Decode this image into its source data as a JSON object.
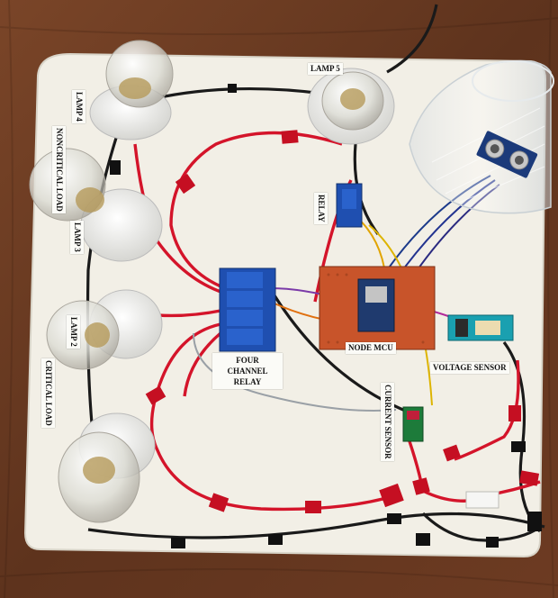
{
  "labels": {
    "lamp5": "LAMP 5",
    "lamp4": "LAMP 4",
    "non_critical_load": "NONCRITICAL LOAD",
    "lamp3": "LAMP 3",
    "lamp2": "LAMP 2",
    "critical_load": "CRITICAL LOAD",
    "relay": "RELAY",
    "four_channel_relay_line1": "FOUR CHANNEL",
    "four_channel_relay_line2": "RELAY",
    "node_mcu": "NODE MCU",
    "voltage_sensor": "VOLTAGE SENSOR",
    "current_sensor": "CURRENT SENSOR"
  },
  "colors": {
    "table_wood": "#6b3a22",
    "board": "#f2efe6",
    "red_wire": "#d4142a",
    "black_wire": "#1a1a1a",
    "relay_module": "#1f4fb0",
    "pcb": "#c8542a",
    "voltage_sensor": "#1aa0b0",
    "current_sensor": "#1d7b3a"
  }
}
